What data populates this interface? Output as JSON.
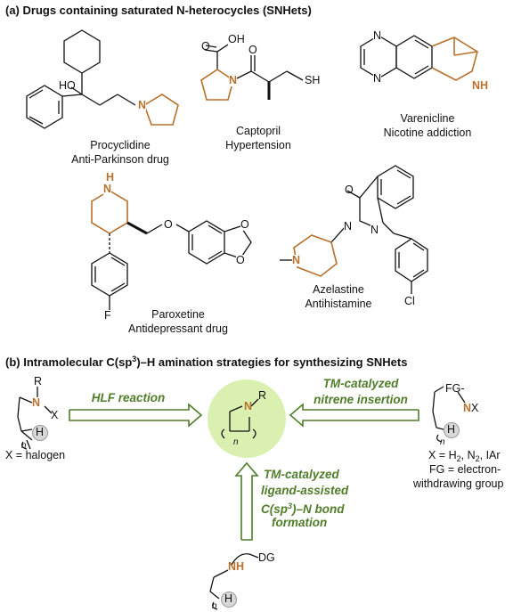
{
  "section_a": {
    "title": "(a) Drugs containing saturated N-heterocycles (SNHets)",
    "drugs": [
      {
        "name": "Procyclidine",
        "use": "Anti-Parkinson drug"
      },
      {
        "name": "Captopril",
        "use": "Hypertension"
      },
      {
        "name": "Varenicline",
        "use": "Nicotine addiction"
      },
      {
        "name": "Paroxetine",
        "use": "Antidepressant drug"
      },
      {
        "name": "Azelastine",
        "use": "Antihistamine"
      }
    ],
    "atoms": {
      "ho": "HO",
      "n": "N",
      "o": "O",
      "oh": "OH",
      "sh": "SH",
      "nh": "NH",
      "h": "H",
      "f": "F",
      "cl": "Cl",
      "o1": "O",
      "o2": "O",
      "o3": "O"
    }
  },
  "section_b": {
    "title_prefix": "(b) Intramolecular C(sp",
    "title_sup": "3",
    "title_suffix": ")–H amination strategies for synthesizing SNHets",
    "hlf_label": "HLF reaction",
    "nitrene_label_1": "TM-catalyzed",
    "nitrene_label_2": "nitrene insertion",
    "ligand_label_1": "TM-catalyzed",
    "ligand_label_2": "ligand-assisted",
    "ligand_label_3_prefix": "C(sp",
    "ligand_label_3_sup": "3",
    "ligand_label_3_suffix": ")–N bond",
    "ligand_label_4": "formation",
    "left_note": "X = halogen",
    "right_note_1_prefix": "X = H",
    "right_note_1_sub1": "2",
    "right_note_1_mid": ", N",
    "right_note_1_sub2": "2",
    "right_note_1_suffix": ", IAr",
    "right_note_2": "FG = electron-",
    "right_note_3": "withdrawing group",
    "atoms": {
      "r": "R",
      "n": "N",
      "x": "X",
      "h": "H",
      "n_sub": "n",
      "fg": "FG-",
      "nx_n": "N",
      "nx_x": "X",
      "nh": "NH",
      "dg": "DG"
    }
  },
  "colors": {
    "brown": "#b8702a",
    "green": "#4f7d2a",
    "circle": "#d9f0b0",
    "hbadge": "#d8d8d8"
  }
}
